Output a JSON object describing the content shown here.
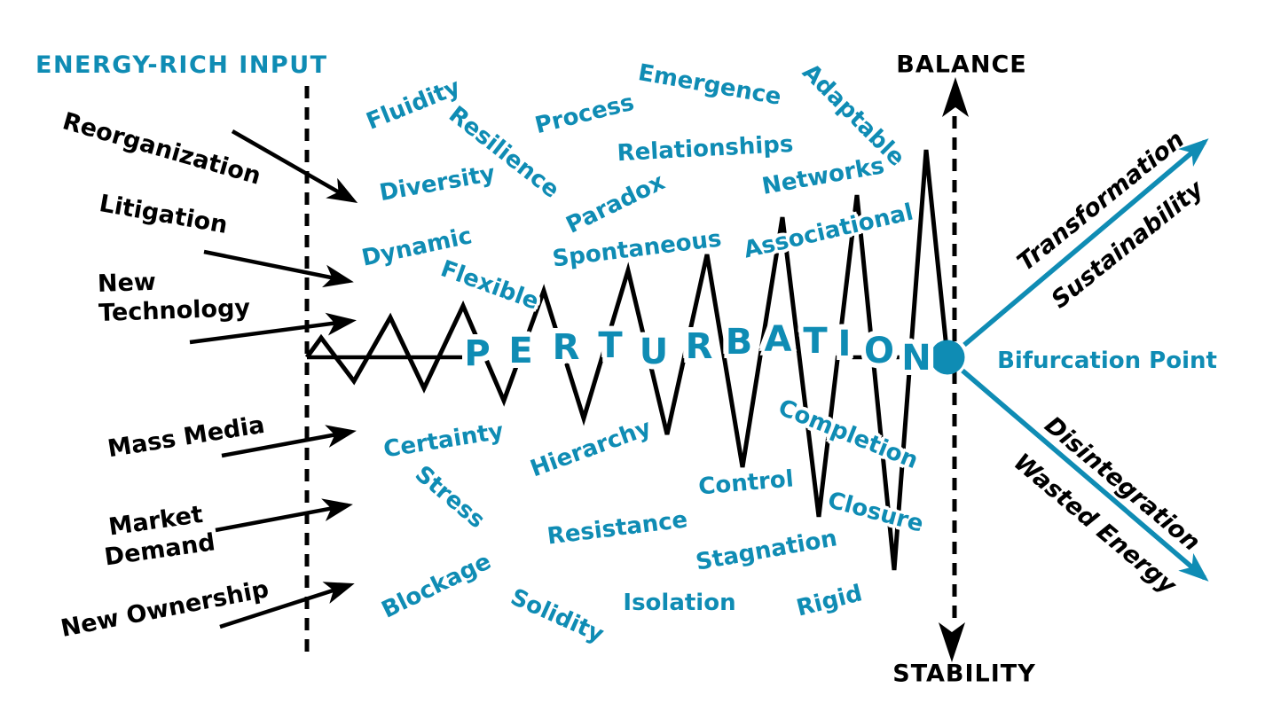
{
  "colors": {
    "teal": "#0f8cb4",
    "ink": "#000000",
    "background": "#ffffff"
  },
  "left": {
    "heading": "ENERGY-RICH INPUT",
    "inputs": [
      "Reorganization",
      "Litigation",
      "New\nTechnology",
      "Mass Media",
      "Market\nDemand",
      "New Ownership"
    ]
  },
  "axis": {
    "top_label": "BALANCE",
    "bottom_label": "STABILITY"
  },
  "perturbation": {
    "word": "PERTURBATION",
    "letters": [
      "P",
      "E",
      "R",
      "T",
      "U",
      "R",
      "B",
      "A",
      "T",
      "I",
      "O",
      "N"
    ]
  },
  "emergent_words": [
    "Fluidity",
    "Resilience",
    "Process",
    "Emergence",
    "Adaptable",
    "Diversity",
    "Relationships",
    "Networks",
    "Paradox",
    "Dynamic",
    "Spontaneous",
    "Associational",
    "Flexible"
  ],
  "rigid_words": [
    "Certainty",
    "Hierarchy",
    "Completion",
    "Stress",
    "Control",
    "Closure",
    "Resistance",
    "Stagnation",
    "Blockage",
    "Solidity",
    "Isolation",
    "Rigid"
  ],
  "bifurcation_label": "Bifurcation Point",
  "outcomes": {
    "upper": [
      "Transformation",
      "Sustainability"
    ],
    "lower": [
      "Disintegration",
      "Wasted Energy"
    ]
  }
}
